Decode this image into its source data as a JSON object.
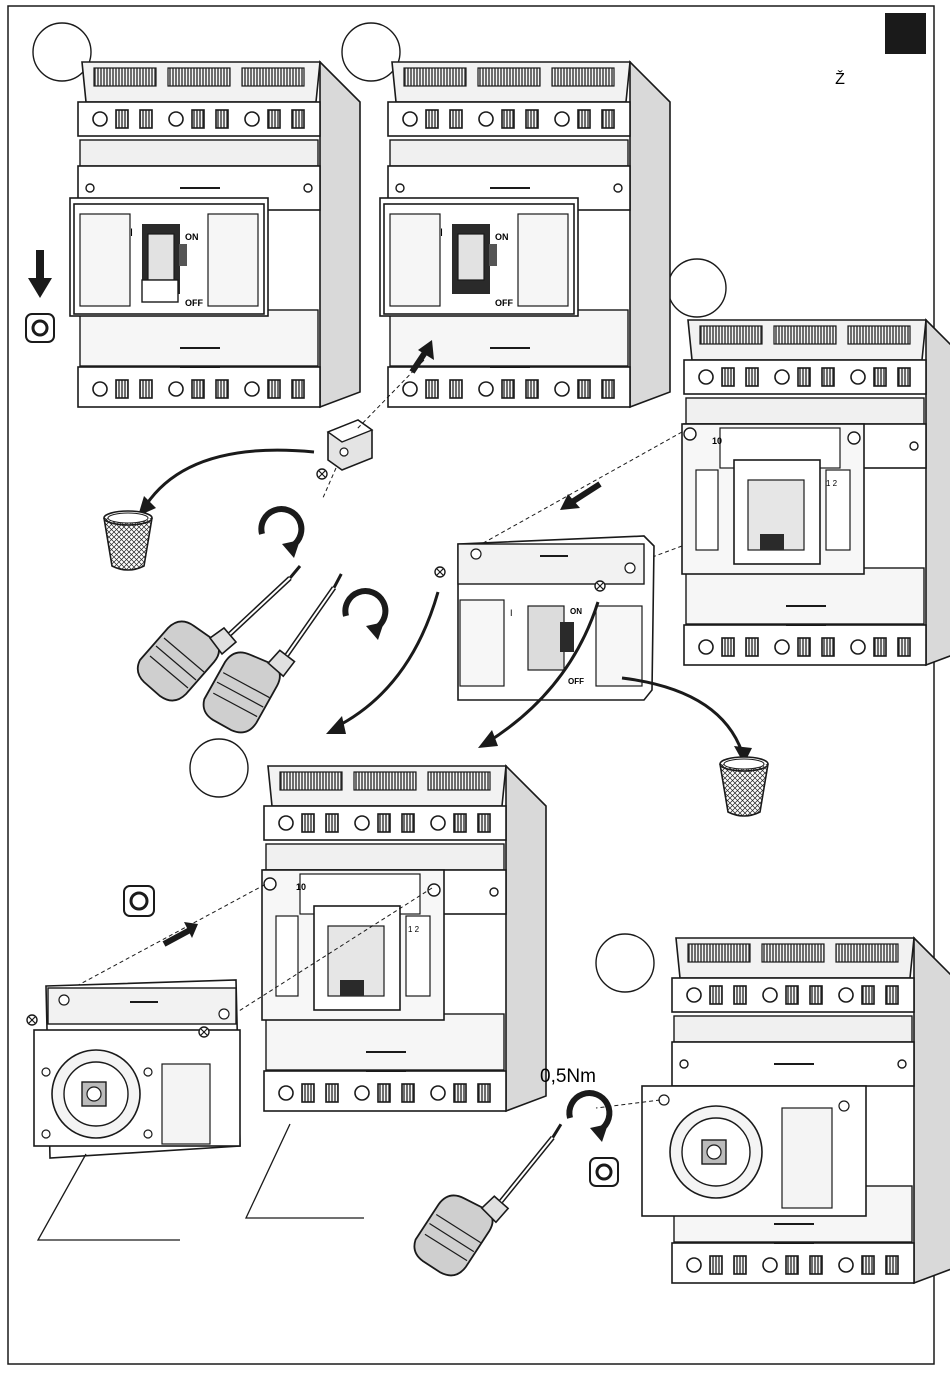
{
  "page_marker": "Ž",
  "torque_label": "0,5Nm",
  "breaker": {
    "on_label": "ON",
    "off_label": "OFF",
    "on_symbol": "I",
    "off_symbol": "O",
    "number_label": "10",
    "terminal_left": "1 2",
    "terminal_right": "1 2"
  },
  "colors": {
    "line": "#1a1a1a",
    "fill_light": "#ececec",
    "fill_mid": "#cfcfcf",
    "fill_dark": "#8a8a8a",
    "marker": "#1a1a1a"
  },
  "icons": [
    "down-arrow-icon",
    "ring-icon",
    "screwdriver-icon",
    "waste-bin-icon",
    "rotation-arrow-icon",
    "insert-arrow-icon"
  ]
}
